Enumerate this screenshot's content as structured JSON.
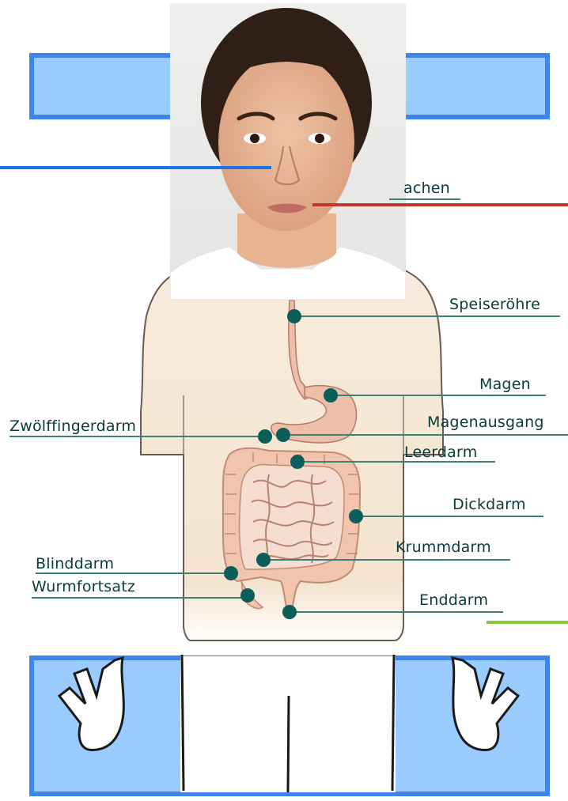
{
  "colors": {
    "panel_blue": "#99cbff",
    "panel_border": "#3f86ea",
    "skin": "#f5e7d4",
    "outline": "#6a5a50",
    "organ": "#eebfa8",
    "organ_dark": "#d89a85",
    "dot": "#0b5e59",
    "leader": "#3f7f7a",
    "label_text": "#0a3b3b",
    "line_blue": "#1a73e8",
    "line_red": "#c0392b",
    "line_green": "#8cc63f"
  },
  "photo": {
    "subject": "portrait of a young woman"
  },
  "labels": {
    "rachen": "achen",
    "speiseroehre": "Speiseröhre",
    "magen": "Magen",
    "zwoelffingerdarm": "Zwölffingerdarm",
    "magenausgang": "Magenausgang",
    "leerdarm": "Leerdarm",
    "dickdarm": "Dickdarm",
    "krummdarm": "Krummdarm",
    "blinddarm": "Blinddarm",
    "wurmfortsatz": "Wurmfortsatz",
    "enddarm": "Enddarm"
  }
}
